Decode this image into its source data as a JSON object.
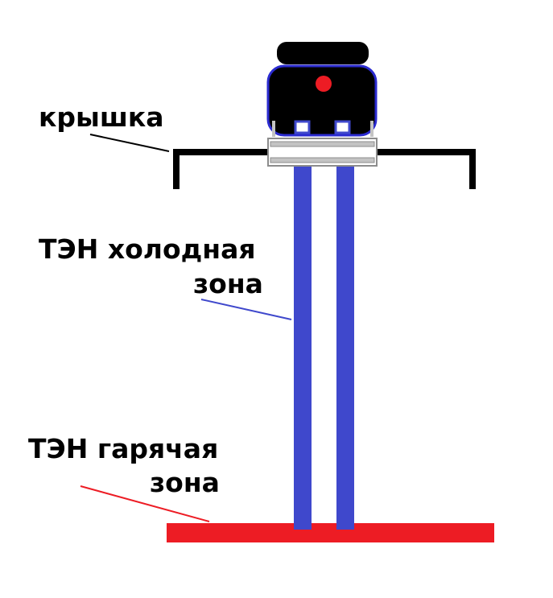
{
  "labels": {
    "lid": "крышка",
    "cold_zone_line1": "ТЭН холодная",
    "cold_zone_line2": "зона",
    "hot_zone_line1": "ТЭН гарячая",
    "hot_zone_line2": "зона"
  },
  "colors": {
    "tube": "#3f48cc",
    "hot": "#ed1c24",
    "lid": "#000000",
    "housing": "#000000",
    "housing_border": "#2b2bd0",
    "indicator": "#ed1c24",
    "flange": "#c3c3c3"
  }
}
